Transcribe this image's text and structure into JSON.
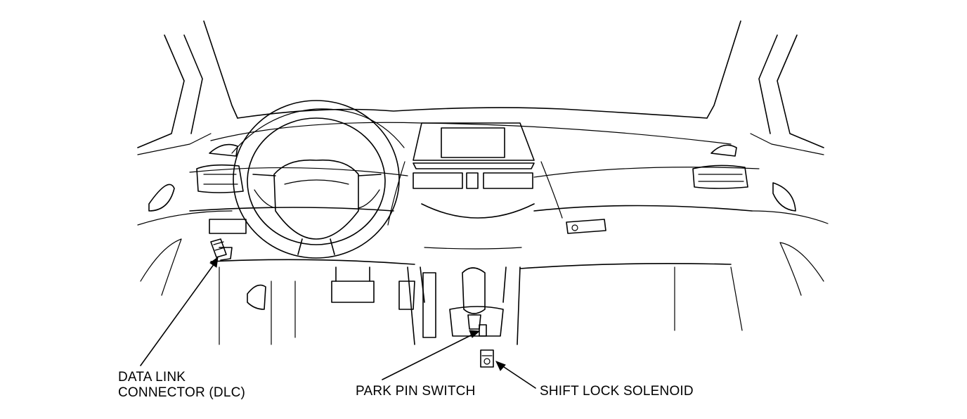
{
  "labels": {
    "dlc_line1": "DATA LINK",
    "dlc_line2": "CONNECTOR (DLC)",
    "park_pin_switch": "PARK PIN SWITCH",
    "shift_lock_solenoid": "SHIFT LOCK SOLENOID"
  },
  "colors": {
    "line": "#000000",
    "background": "#ffffff"
  }
}
